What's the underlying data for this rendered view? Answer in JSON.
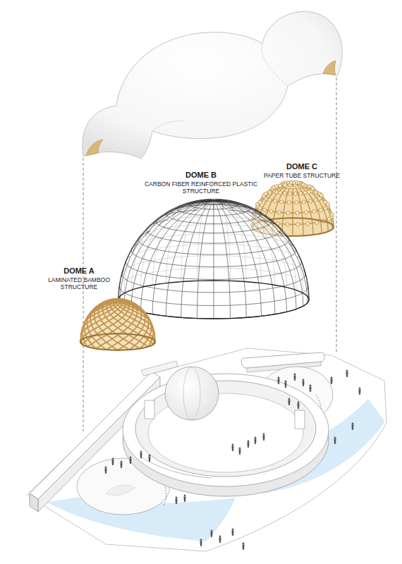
{
  "diagram": {
    "labels": [
      "DOME B",
      "CARBON FIBER REINFORCED PLASTIC STRUCTURE",
      "DOME C",
      "PAPER TUBE STRUCTURE",
      "DOME A",
      "LAMINATED BAMBOO STRUCTURE"
    ]
  }
}
